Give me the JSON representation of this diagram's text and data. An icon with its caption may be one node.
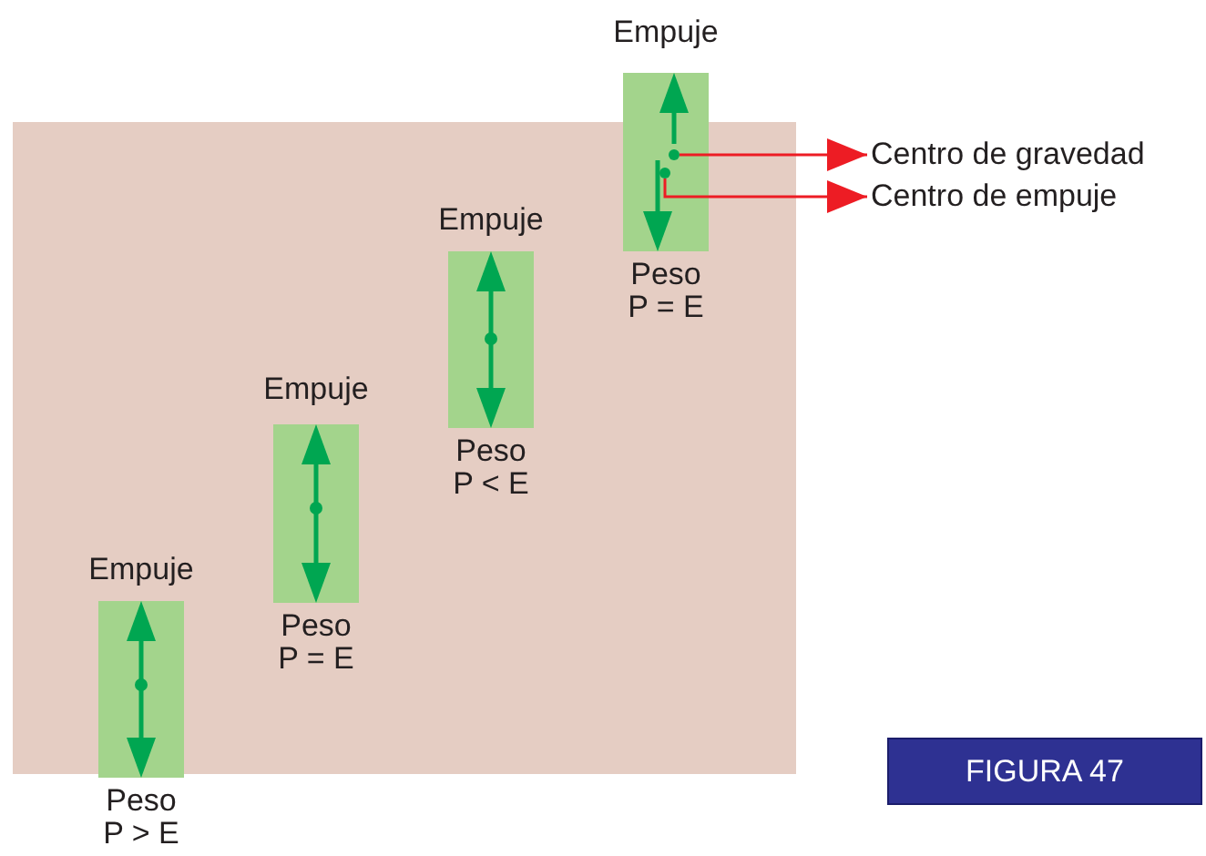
{
  "diagram": {
    "nodes": [
      {
        "text": [],
        "shape": "bar",
        "beside": [
          "Empuje",
          "Peso",
          "P > E"
        ]
      },
      {
        "text": [],
        "shape": "bar",
        "beside": [
          "Empuje",
          "Peso",
          "P = E"
        ]
      },
      {
        "text": [],
        "shape": "bar",
        "beside": [
          "Empuje",
          "Peso",
          "P < E"
        ]
      },
      {
        "text": [],
        "shape": "bar",
        "beside": [
          "Empuje",
          "Peso",
          "P = E"
        ]
      },
      {
        "text": [],
        "shape": "circle",
        "in": 3
      },
      {
        "text": [],
        "shape": "circle",
        "in": 3
      },
      {
        "text": [
          "Centro de gravedad"
        ]
      },
      {
        "text": [
          "Centro de empuje"
        ]
      },
      {
        "text": [
          "FIGURA 47"
        ]
      }
    ],
    "edges": [
      {
        "from": 4,
        "to": 6,
        "arrow": "to",
        "color": "#ed1c24"
      },
      {
        "from": 5,
        "to": 7,
        "arrow": "to",
        "color": "#ed1c24"
      }
    ]
  }
}
